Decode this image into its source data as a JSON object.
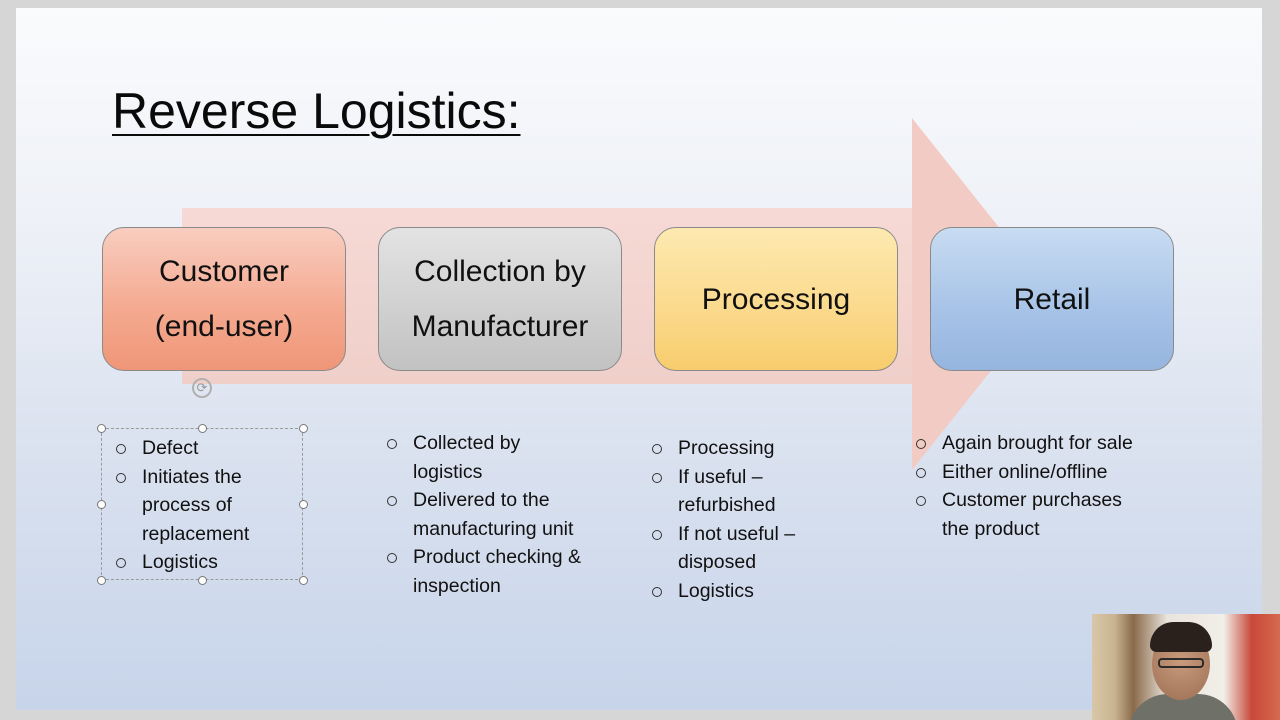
{
  "slide": {
    "title": "Reverse Logistics:",
    "stages": [
      {
        "line1": "Customer",
        "line2": "(end-user)",
        "color": "#f4a88e"
      },
      {
        "line1": "Collection by",
        "line2": "Manufacturer",
        "color": "#cfcfcf"
      },
      {
        "line1": "Processing",
        "line2": "",
        "color": "#fbd98b"
      },
      {
        "line1": "Retail",
        "line2": "",
        "color": "#a6c2e7"
      }
    ],
    "lists": [
      [
        "Defect",
        "Initiates the process of replacement",
        "Logistics"
      ],
      [
        "Collected by logistics",
        "Delivered to the manufacturing unit",
        "Product checking & inspection"
      ],
      [
        "Processing",
        "If useful – refurbished",
        "If not useful – disposed",
        "Logistics"
      ],
      [
        "Again brought for sale",
        "Either online/offline",
        "Customer purchases the product"
      ]
    ],
    "arrow_color": "#f2cbc4",
    "bullet_icon": "hollow-circle-bullet"
  },
  "overlay": {
    "rotate_icon": "rotate-handle-icon",
    "webcam": "presenter-webcam"
  }
}
